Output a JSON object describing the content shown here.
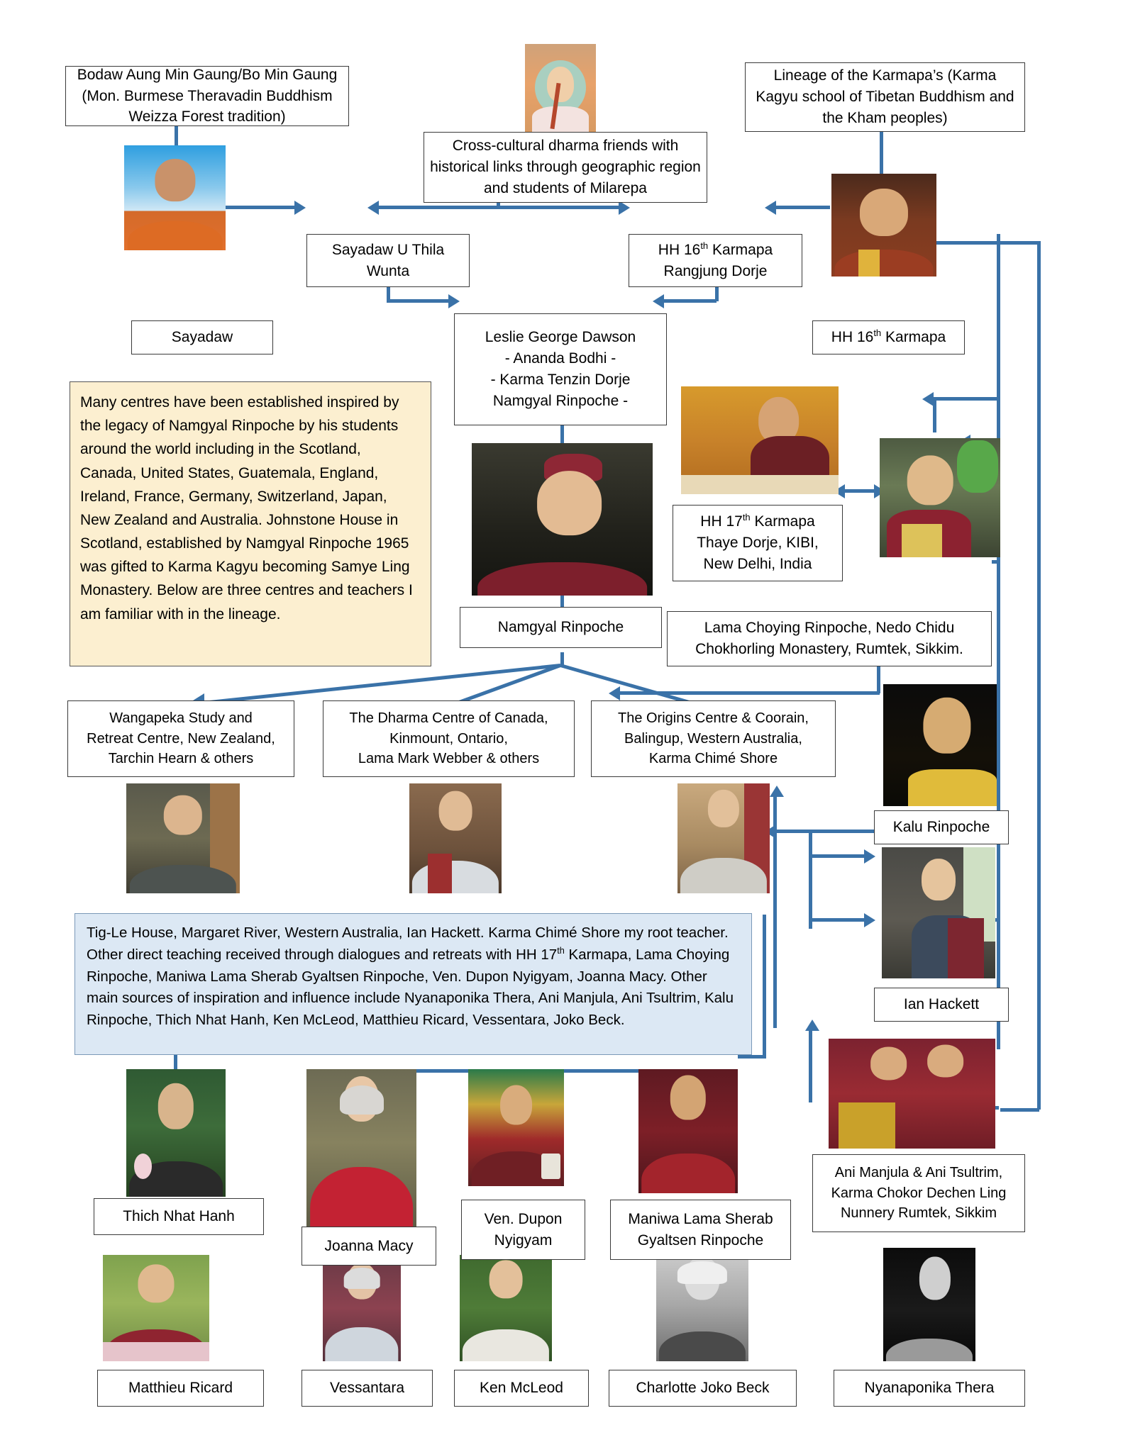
{
  "diagram": {
    "title": "Buddhist lineage and teachers influence chart",
    "accent_color": "#3a72a8",
    "note_cream_bg": "#fcefd0",
    "note_blue_bg": "#dce8f4"
  },
  "boxes": {
    "bodaw": "Bodaw Aung Min Gaung/Bo Min Gaung (Mon. Burmese Theravadin Buddhism Weizza Forest tradition)",
    "cross_cultural": "Cross-cultural dharma friends with historical links through geographic region and students of Milarepa",
    "karmapa_lineage": "Lineage of the Karmapa’s (Karma Kagyu school of Tibetan Buddhism and the Kham peoples)",
    "sayadaw_u_thila_wunta": "Sayadaw U Thila Wunta",
    "hh16_rangjung_dorje_l1": "HH 16",
    "hh16_rangjung_dorje_sup": "th",
    "hh16_rangjung_dorje_l2": " Karmapa",
    "hh16_rangjung_dorje_l3": "Rangjung Dorje",
    "sayadaw_caption": "Sayadaw",
    "hh16_caption_pre": "HH 16",
    "hh16_caption_sup": "th",
    "hh16_caption_post": " Karmapa",
    "leslie_l1": "Leslie George Dawson",
    "leslie_l2": "- Ananda Bodhi -",
    "leslie_l3": "- Karma Tenzin Dorje",
    "leslie_l4": "Namgyal Rinpoche -",
    "namgyal_caption": "Namgyal Rinpoche",
    "hh17_pre": "HH 17",
    "hh17_sup": "th",
    "hh17_post": " Karmapa",
    "hh17_l2": "Thaye Dorje, KIBI,",
    "hh17_l3": "New Delhi, India",
    "lama_choying_l1": "Lama Choying Rinpoche, Nedo Chidu",
    "lama_choying_l2": "Chokhorling Monastery, Rumtek, Sikkim.",
    "cream_note": "Many centres have been established inspired by the legacy of Namgyal Rinpoche by his students around the world including in the Scotland, Canada, United States, Guatemala, England, Ireland, France, Germany, Switzerland, Japan, New Zealand and Australia. Johnstone House in Scotland, established by Namgyal Rinpoche 1965 was gifted to Karma Kagyu becoming Samye Ling Monastery. Below are three centres and teachers I am familiar with in the lineage.",
    "centre_wangapeka_l1": "Wangapeka Study and",
    "centre_wangapeka_l2": "Retreat Centre, New Zealand,",
    "centre_wangapeka_l3": "Tarchin Hearn & others",
    "centre_dharma_canada_l1": "The Dharma Centre of Canada,",
    "centre_dharma_canada_l2": "Kinmount, Ontario,",
    "centre_dharma_canada_l3": "Lama Mark Webber & others",
    "centre_origins_l1": "The Origins Centre & Coorain,",
    "centre_origins_l2": "Balingup, Western Australia,",
    "centre_origins_l3": "Karma Chimé Shore",
    "kalu_caption": "Kalu Rinpoche",
    "ian_hackett_caption": "Ian Hackett",
    "blue_note_part1": "Tig-Le House, Margaret River, Western Australia, Ian Hackett. Karma Chimé Shore my root teacher. Other direct teaching received through dialogues and retreats with HH 17",
    "blue_note_sup": "th",
    "blue_note_part2": " Karmapa, Lama Choying Rinpoche, Maniwa Lama Sherab Gyaltsen Rinpoche, Ven. Dupon Nyigyam, Joanna Macy. Other main sources of inspiration and influence include Nyanaponika Thera, Ani Manjula, Ani Tsultrim, Kalu Rinpoche, Thich Nhat Hanh, Ken McLeod, Matthieu Ricard, Vessentara, Joko Beck.",
    "thich_nhat_hanh": "Thich Nhat Hanh",
    "joanna_macy": "Joanna Macy",
    "ven_dupon_l1": "Ven. Dupon",
    "ven_dupon_l2": "Nyigyam",
    "maniwa_l1": "Maniwa Lama Sherab",
    "maniwa_l2": "Gyaltsen Rinpoche",
    "ani_l1": "Ani Manjula & Ani Tsultrim,",
    "ani_l2": "Karma Chokor Dechen Ling",
    "ani_l3": "Nunnery Rumtek, Sikkim",
    "matthieu_ricard": "Matthieu Ricard",
    "vessantara": "Vessantara",
    "ken_mcleod": "Ken McLeod",
    "charlotte_joko_beck": "Charlotte Joko Beck",
    "nyanaponika_thera": "Nyanaponika Thera"
  },
  "photos": {
    "milarepa": "milarepa-thangka-photo",
    "sayadaw": "sayadaw-monk-photo",
    "hh16_karmapa": "hh16-karmapa-photo",
    "namgyal": "namgyal-rinpoche-photo",
    "hh17_karmapa": "hh17-karmapa-photo",
    "lama_choying": "lama-choying-rinpoche-photo",
    "tarchin_hearn": "tarchin-hearn-photo",
    "lama_mark_webber": "lama-mark-webber-photo",
    "karma_chime_shore": "karma-chime-shore-photo",
    "kalu": "kalu-rinpoche-photo",
    "ian_hackett": "ian-hackett-photo",
    "ani_nuns": "ani-manjula-tsultrim-photo",
    "thich_nhat_hanh": "thich-nhat-hanh-photo",
    "joanna_macy": "joanna-macy-photo",
    "ven_dupon": "ven-dupon-nyigyam-photo",
    "maniwa": "maniwa-lama-sherab-photo",
    "matthieu_ricard": "matthieu-ricard-photo",
    "vessantara": "vessantara-photo",
    "ken_mcleod": "ken-mcleod-photo",
    "joko_beck": "charlotte-joko-beck-photo",
    "nyanaponika": "nyanaponika-thera-photo"
  }
}
